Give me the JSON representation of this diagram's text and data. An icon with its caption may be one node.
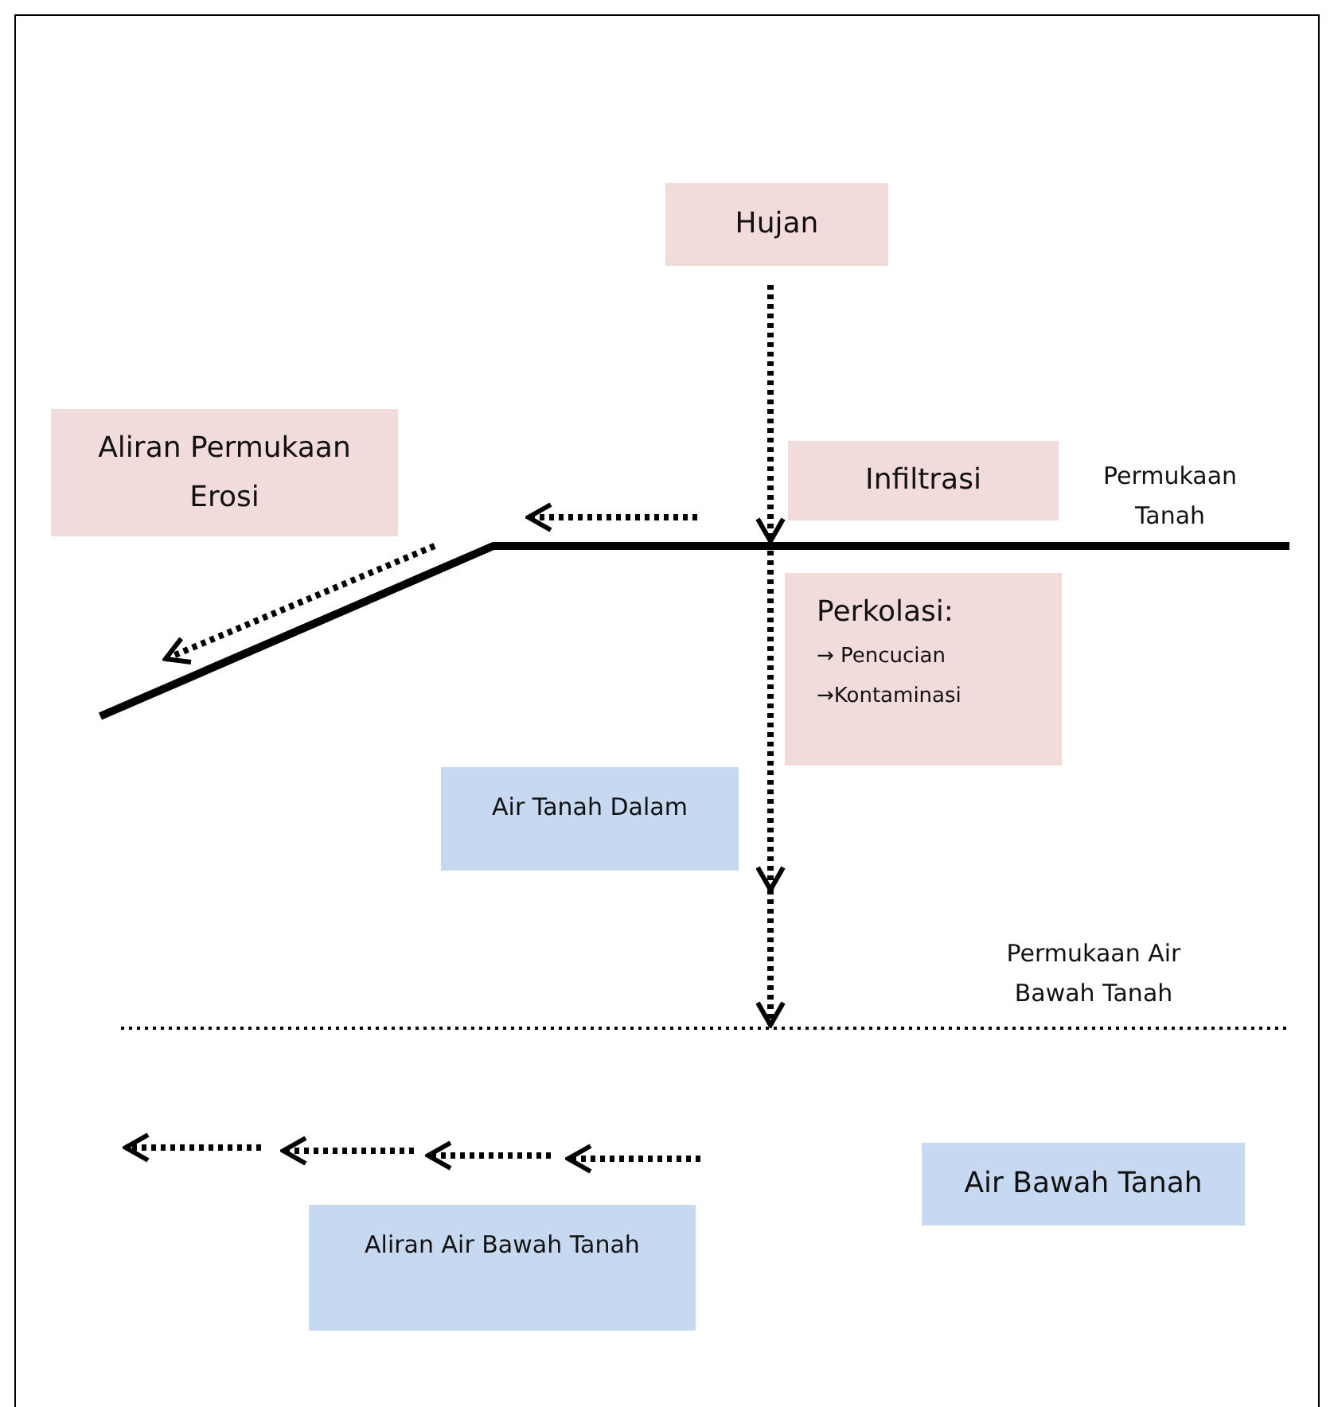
{
  "diagram": {
    "nodes": [
      {
        "text": [
          "Hujan"
        ]
      },
      {
        "text": [
          "Aliran Permukaan Erosi"
        ]
      },
      {
        "text": [
          "Infiltrasi"
        ]
      },
      {
        "text": [
          "Perkolasi:",
          "→ Pencucian",
          "→Kontaminasi"
        ]
      },
      {
        "text": [
          "Air Tanah Dalam"
        ]
      },
      {
        "text": [
          "Air Bawah Tanah"
        ]
      },
      {
        "text": [
          "Aliran Air Bawah Tanah"
        ]
      }
    ],
    "edges": [
      {
        "from": 0,
        "to": 2,
        "arrow": "to"
      }
    ],
    "labels": [
      "Permukaan Tanah",
      "Permukaan Air Bawah Tanah"
    ]
  }
}
